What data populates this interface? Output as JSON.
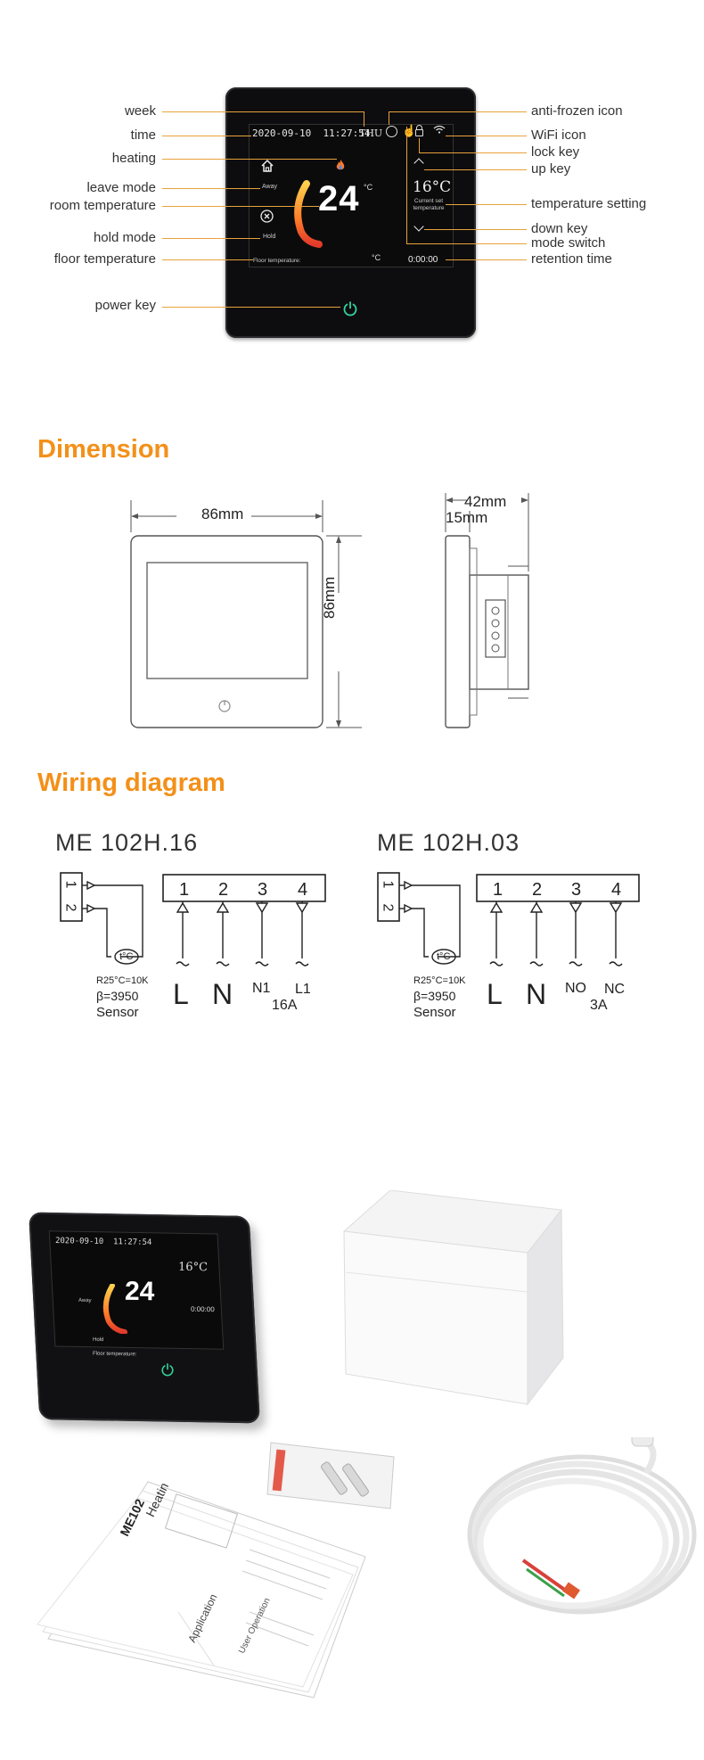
{
  "device": {
    "date_time": "2020-09-10  11:27:54",
    "week": "THU",
    "mode_away": "Away",
    "mode_hold": "Hold",
    "room_temp": "24",
    "temp_unit": "°C",
    "set_temp": "16°C",
    "set_caption": "Current set temperature",
    "floor_caption": "Floor temperature:",
    "floor_unit": "°C",
    "timer": "0:00:00"
  },
  "callouts_left": [
    "week",
    "time",
    "heating",
    "leave mode",
    "room temperature",
    "hold mode",
    "floor temperature",
    "power key"
  ],
  "callouts_right": [
    "anti-frozen icon",
    "WiFi icon",
    "lock key",
    "up key",
    "temperature setting",
    "down key",
    "mode switch",
    "retention time"
  ],
  "dimension": {
    "title": "Dimension",
    "width": "86mm",
    "height": "86mm",
    "depth": "42mm",
    "front_depth": "15mm"
  },
  "wiring": {
    "title": "Wiring diagram",
    "diagrams": [
      {
        "model": "ME 102H.16",
        "terminals": [
          "1",
          "2",
          "3",
          "4"
        ],
        "sensor_terminals": [
          "1",
          "2"
        ],
        "sensor_symbol": "t°C",
        "sensor_lines": [
          "R25°C=10K",
          "β=3950",
          "Sensor"
        ],
        "wires": [
          "L",
          "N",
          "N1",
          "L1"
        ],
        "rating": "16A"
      },
      {
        "model": "ME 102H.03",
        "terminals": [
          "1",
          "2",
          "3",
          "4"
        ],
        "sensor_terminals": [
          "1",
          "2"
        ],
        "sensor_symbol": "t°C",
        "sensor_lines": [
          "R25°C=10K",
          "β=3950",
          "Sensor"
        ],
        "wires": [
          "L",
          "N",
          "NO",
          "NC"
        ],
        "rating": "3A"
      }
    ]
  },
  "package": {
    "manual_model": "ME102",
    "manual_title": "Heatin",
    "manual_section_1": "Application",
    "manual_section_2": "User Operation"
  },
  "colors": {
    "accent": "#f39019",
    "leader": "#e8a23a",
    "screen_bg": "#0c0c0e",
    "power_green": "#34d39a"
  }
}
